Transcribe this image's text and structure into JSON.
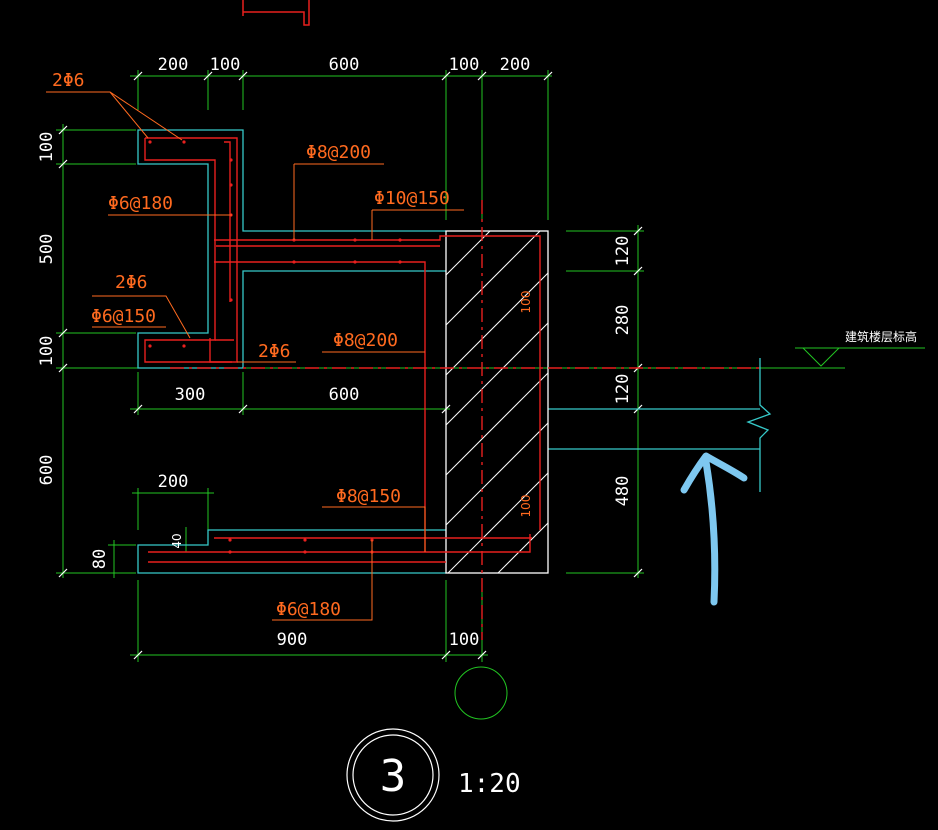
{
  "colors": {
    "background": "#000000",
    "dimension_line": "#22c522",
    "concrete_outline": "#36c9c9",
    "rebar": "#e8201e",
    "annotation_text": "#ff6a1f",
    "arrow_overlay": "#7ec8f0"
  },
  "top_dimensions": [
    "200",
    "100",
    "600",
    "100",
    "200"
  ],
  "left_dimensions": [
    "100",
    "500",
    "100",
    "600",
    "80"
  ],
  "right_dimensions": [
    "120",
    "280",
    "120",
    "480"
  ],
  "middle_dimensions": [
    "300",
    "600"
  ],
  "lower_dimensions": {
    "ledge": "200",
    "step": "40",
    "bottom_span": "900",
    "bottom_wall": "100"
  },
  "wall_dimensions": [
    "100",
    "100"
  ],
  "rebar_labels": {
    "top_corner_bars": "2Φ6",
    "top_beam_stirrup": "Φ6@180",
    "upper_slab_top": "Φ8@200",
    "upper_slab_main": "Φ10@150",
    "mid_corner_bars": "2Φ6",
    "mid_stirrup": "Φ6@150",
    "bottom_corner_bars": "2Φ6",
    "upper_slab_bottom": "Φ8@200",
    "lower_slab_main": "Φ8@150",
    "lower_slab_dist": "Φ6@180"
  },
  "elevation_label": "建筑楼层标高",
  "detail": {
    "number": "3",
    "scale": "1:20"
  },
  "overlay": {
    "annotation": "hand-drawn-arrow",
    "points_to": "wall-edge-line"
  }
}
